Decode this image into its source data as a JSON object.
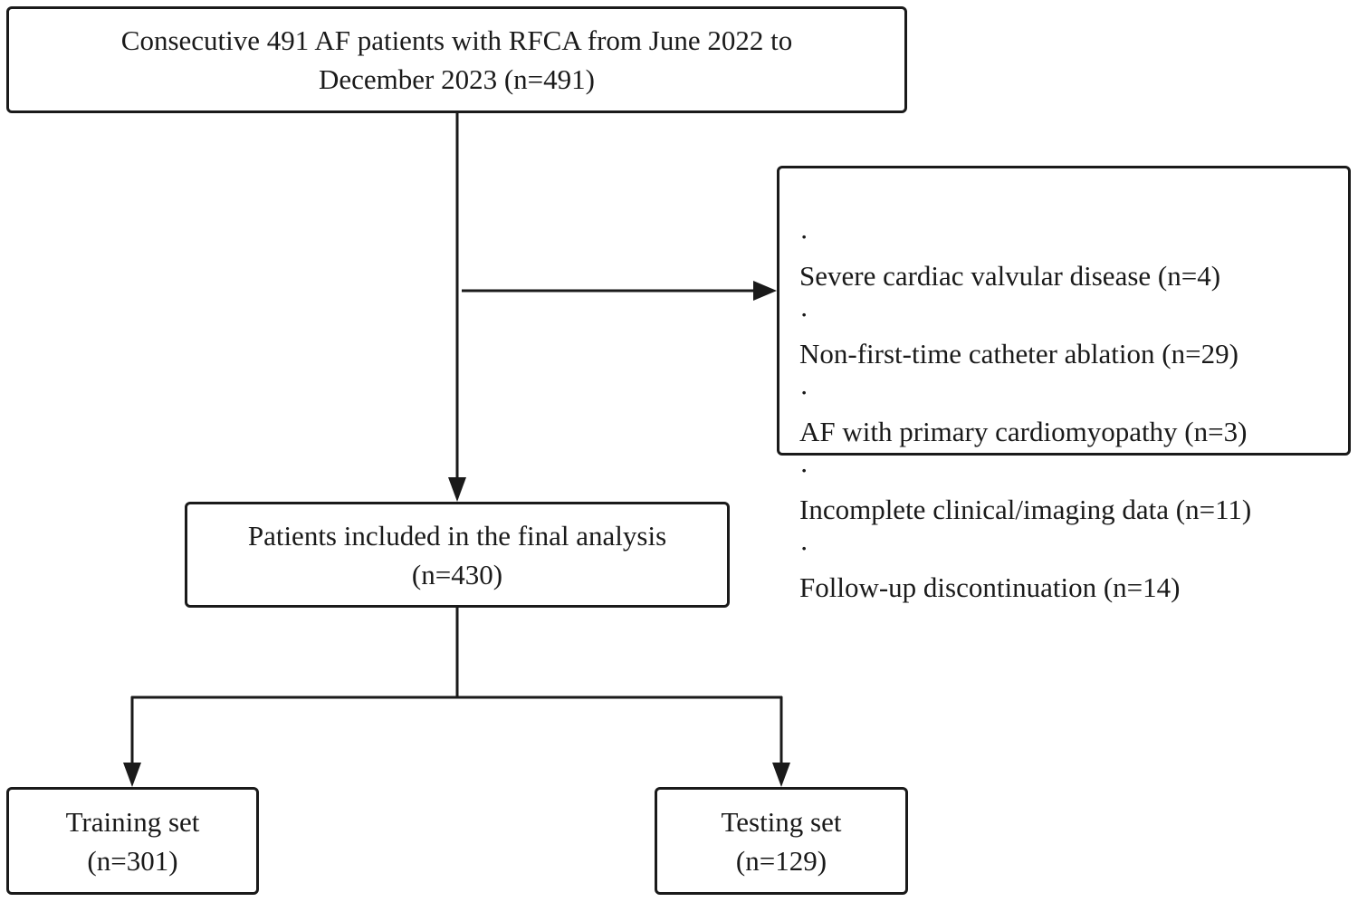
{
  "source_box": {
    "line1": "Consecutive 491 AF patients with RFCA from June 2022 to",
    "line2": "December 2023 (n=491)"
  },
  "exclusion_box": {
    "bullet": "·",
    "items": [
      "Severe cardiac valvular disease (n=4)",
      "Non-first-time catheter ablation (n=29)",
      "AF with primary cardiomyopathy (n=3)",
      "Incomplete clinical/imaging data (n=11)",
      "Follow-up discontinuation (n=14)"
    ]
  },
  "final_box": {
    "line1": "Patients included in the final analysis",
    "line2": "(n=430)"
  },
  "training_box": {
    "line1": "Training set",
    "line2": "(n=301)"
  },
  "testing_box": {
    "line1": "Testing set",
    "line2": "(n=129)"
  },
  "colors": {
    "stroke": "#1a1a1a",
    "background": "#ffffff"
  }
}
